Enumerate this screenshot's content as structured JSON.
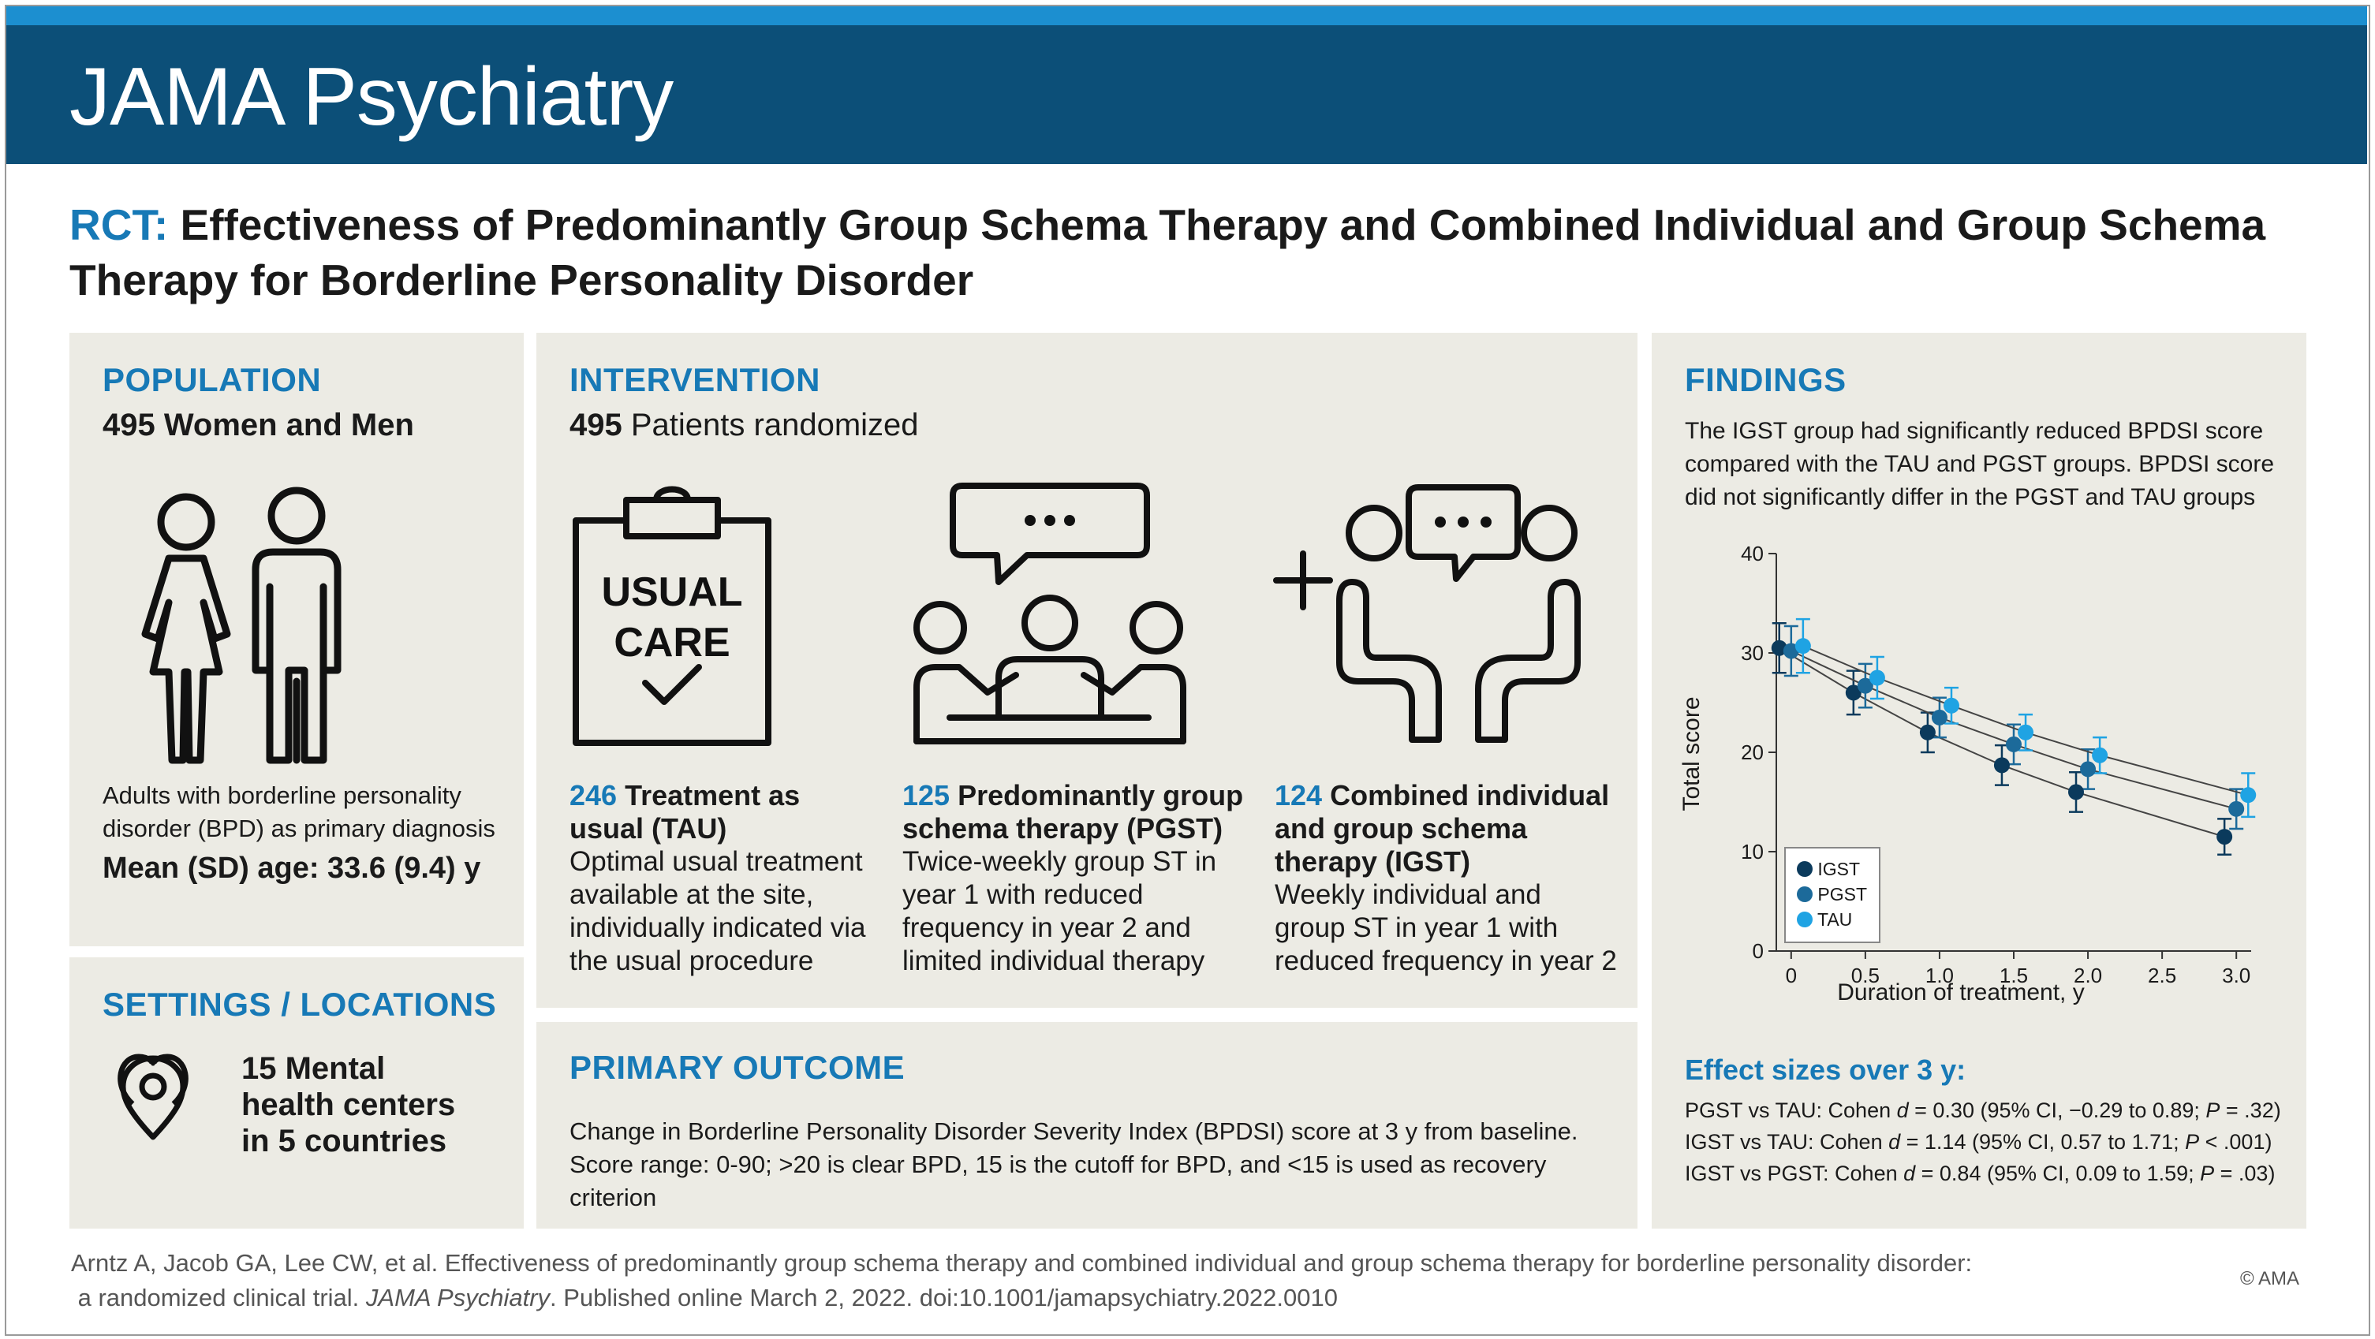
{
  "header": {
    "brand": "JAMA Psychiatry"
  },
  "title": {
    "tag": "RCT:",
    "text": "Effectiveness of Predominantly Group Schema Therapy and Combined Individual and Group Schema Therapy for Borderline Personality Disorder"
  },
  "population": {
    "heading": "POPULATION",
    "count_label": "495 Women and Men",
    "description": "Adults with borderline personality disorder (BPD) as primary diagnosis",
    "age": "Mean (SD) age: 33.6 (9.4) y"
  },
  "settings": {
    "heading": "SETTINGS / LOCATIONS",
    "line1": "15 Mental",
    "line2": "health centers",
    "line3": "in 5 countries"
  },
  "intervention": {
    "heading": "INTERVENTION",
    "randomized_num": "495",
    "randomized_text": "Patients randomized",
    "clipboard_line1": "USUAL",
    "clipboard_line2": "CARE",
    "arms": [
      {
        "count": "246",
        "title1": "Treatment as",
        "title2": "usual (TAU)",
        "desc": [
          "Optimal usual treatment",
          "available at the site,",
          "individually indicated via",
          "the usual procedure"
        ]
      },
      {
        "count": "125",
        "title1": "Predominantly group",
        "title2": "schema therapy (PGST)",
        "desc": [
          "Twice-weekly group ST in",
          "year 1 with reduced",
          "frequency in year 2 and",
          "limited individual therapy"
        ]
      },
      {
        "count": "124",
        "title1": "Combined individual",
        "title2": "and group schema",
        "title3": "therapy (IGST)",
        "desc": [
          "Weekly individual and",
          "group ST in year 1 with",
          "reduced frequency in year 2"
        ]
      }
    ]
  },
  "primary_outcome": {
    "heading": "PRIMARY OUTCOME",
    "line1": "Change in Borderline Personality Disorder Severity Index (BPDSI) score at 3 y from baseline.",
    "line2": "Score range: 0-90; >20 is clear BPD, 15 is the cutoff for BPD, and <15 is used as recovery criterion"
  },
  "findings": {
    "heading": "FINDINGS",
    "summary": [
      "The IGST group had significantly reduced BPDSI score",
      "compared with the TAU and PGST groups. BPDSI score",
      "did not significantly differ in the PGST and TAU groups"
    ],
    "effect_heading": "Effect sizes over 3 y:",
    "effects": [
      {
        "pre": "PGST vs TAU: Cohen ",
        "d": "d",
        "mid": " = 0.30 (95% CI, −0.29 to 0.89; ",
        "p": "P",
        "post": " = .32)"
      },
      {
        "pre": "IGST vs TAU: Cohen ",
        "d": "d",
        "mid": " = 1.14 (95% CI, 0.57 to 1.71; ",
        "p": "P",
        "post": " < .001)"
      },
      {
        "pre": "IGST vs PGST: Cohen ",
        "d": "d",
        "mid": " = 0.84 (95% CI, 0.09 to 1.59; ",
        "p": "P",
        "post": " = .03)"
      }
    ]
  },
  "chart_data": {
    "type": "line",
    "xlabel": "Duration of treatment, y",
    "ylabel": "Total score",
    "xlim": [
      -0.1,
      3.1
    ],
    "ylim": [
      0,
      40
    ],
    "xticks": [
      "0",
      "0.5",
      "1.0",
      "1.5",
      "2.0",
      "2.5",
      "3.0"
    ],
    "xtick_values": [
      0,
      0.5,
      1.0,
      1.5,
      2.0,
      2.5,
      3.0
    ],
    "yticks": [
      0,
      10,
      20,
      30,
      40
    ],
    "legend_position": "bottom-left",
    "series": [
      {
        "name": "IGST",
        "color": "#0b3a5c",
        "x": [
          -0.08,
          0.42,
          0.92,
          1.42,
          1.92,
          2.92
        ],
        "y": [
          30.5,
          26.0,
          22.0,
          18.7,
          16.0,
          11.5
        ],
        "err": [
          2.5,
          2.2,
          2.0,
          2.0,
          2.0,
          1.8
        ]
      },
      {
        "name": "PGST",
        "color": "#1c6a9a",
        "x": [
          0.0,
          0.5,
          1.0,
          1.5,
          2.0,
          3.0
        ],
        "y": [
          30.2,
          26.7,
          23.5,
          20.8,
          18.3,
          14.3
        ],
        "err": [
          2.5,
          2.2,
          2.0,
          2.0,
          2.0,
          2.0
        ]
      },
      {
        "name": "TAU",
        "color": "#1fa3e3",
        "x": [
          0.08,
          0.58,
          1.08,
          1.58,
          2.08,
          3.08
        ],
        "y": [
          30.7,
          27.5,
          24.7,
          22.0,
          19.7,
          15.7
        ],
        "err": [
          2.7,
          2.1,
          1.8,
          1.8,
          1.8,
          2.2
        ]
      }
    ]
  },
  "footer": {
    "citation_line1": "Arntz A, Jacob GA, Lee CW, et al. Effectiveness of predominantly group schema therapy and combined individual and group schema therapy for borderline personality disorder:",
    "citation_line2_pre": "a randomized clinical trial. ",
    "journal": "JAMA Psychiatry",
    "citation_line2_post": ". Published online March 2, 2022. doi:10.1001/jamapsychiatry.2022.0010",
    "copyright": "© AMA"
  },
  "colors": {
    "brand_dark": "#0c4f78",
    "accent_blue": "#1779b6",
    "panel_bg": "#ecebe4",
    "top_strip": "#1c8fd0"
  }
}
